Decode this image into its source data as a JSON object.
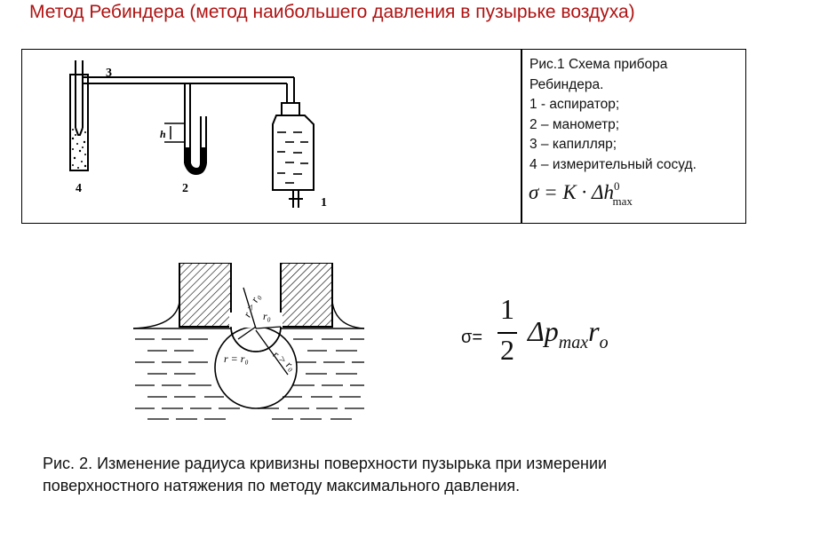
{
  "title": "Метод Ребиндера (метод наибольшего давления в пузырьке воздуха)",
  "fig1": {
    "caption_lines": [
      "Рис.1 Схема прибора",
      "Ребиндера.",
      "1 - аспиратор;",
      "2 – манометр;",
      "3 – капилляр;",
      "4 – измерительный сосуд."
    ],
    "labels": {
      "n1": "1",
      "n2": "2",
      "n3": "3",
      "n4": "4",
      "h": "h"
    },
    "formula": {
      "lhs": "σ = K · Δh",
      "sup": "0",
      "sub": "max"
    }
  },
  "fig2": {
    "labels": {
      "r_gt_r0_top": "r > r₀",
      "r0": "r₀",
      "r_eq_r0": "r = r₀",
      "r_gt_r0_bottom": "r > r₀"
    },
    "sigma_label": "σ=",
    "formula": {
      "num": "1",
      "den": "2",
      "delta_p": "Δp",
      "sub": "max",
      "r": "r",
      "r_sub": "o"
    },
    "caption_lines": [
      "Рис. 2. Изменение радиуса кривизны поверхности пузырька при измерении",
      "поверхностного натяжения по методу максимального давления."
    ]
  }
}
